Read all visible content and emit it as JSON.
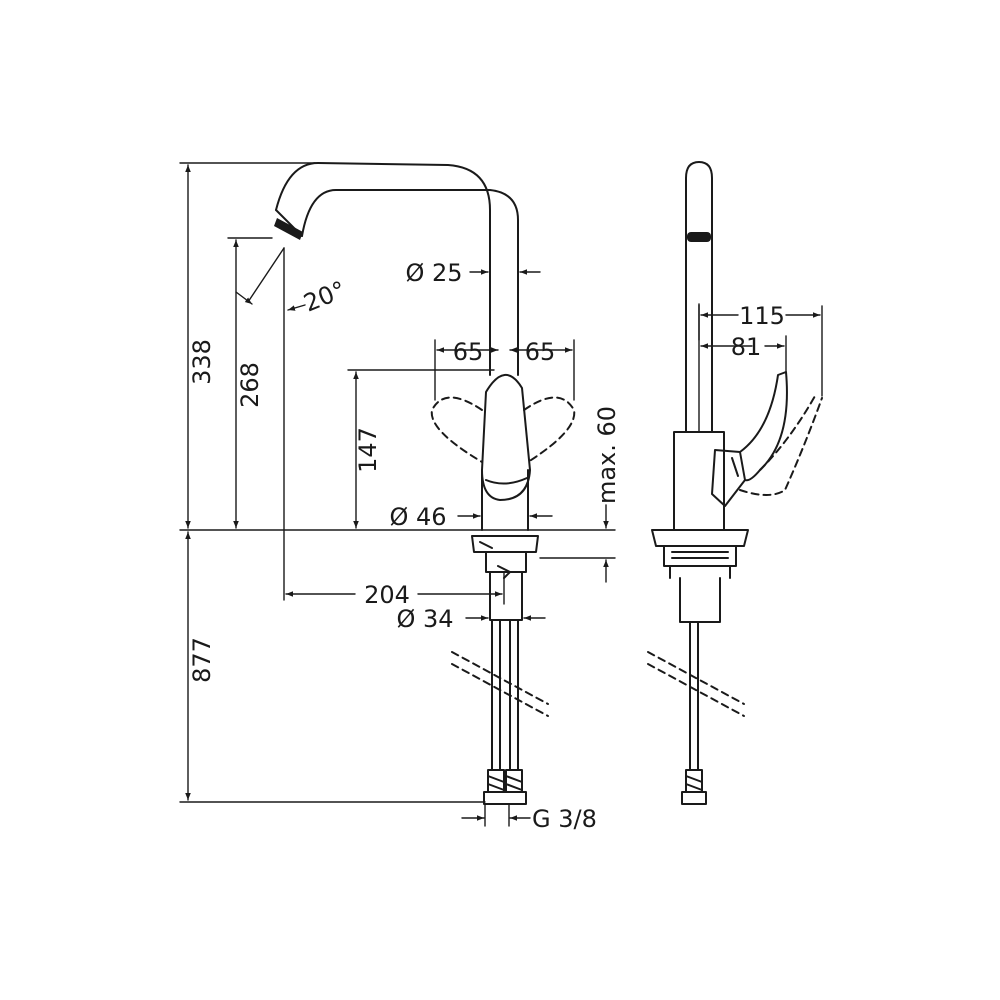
{
  "front_view": {
    "dim_total_height": "338",
    "dim_spout_height": "268",
    "dim_spout_angle": "20°",
    "dim_spout_diameter": "Ø 25",
    "dim_lever_left": "65",
    "dim_lever_right": "65",
    "dim_lever_height": "147",
    "dim_max_thickness": "max. 60",
    "dim_body_diameter": "Ø 46",
    "dim_reach": "204",
    "dim_hole_diameter": "Ø 34",
    "dim_hose_length": "877",
    "dim_connection": "G 3/8"
  },
  "side_view": {
    "dim_lever_reach": "115",
    "dim_lever_depth": "81"
  }
}
